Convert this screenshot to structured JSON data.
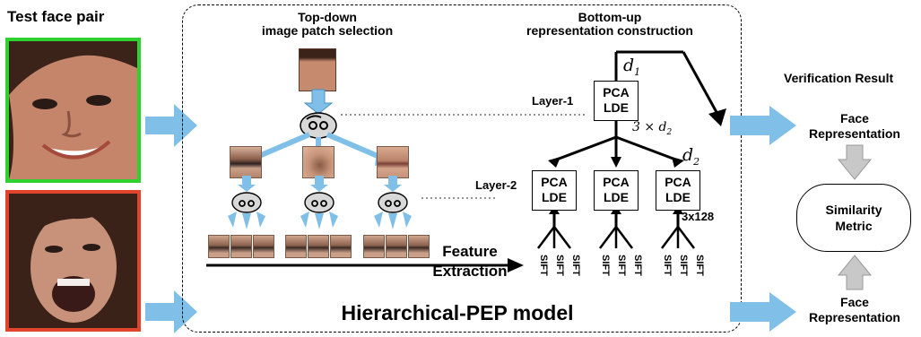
{
  "left_panel": {
    "title": "Test face pair"
  },
  "main": {
    "topdown_title": [
      "Top-down",
      "image patch selection"
    ],
    "bottomup_title": [
      "Bottom-up",
      "representation construction"
    ],
    "layer1": "Layer-1",
    "layer2": "Layer-2",
    "node_text": [
      "PCA",
      "LDE"
    ],
    "d1": "d",
    "d1_sub": "1",
    "three_times_d2": "3 × d",
    "three_times_d2_sub": "2",
    "d2": "d",
    "d2_sub": "2",
    "dim_label": "3x128",
    "feature_extraction": [
      "Feature",
      "Extraction"
    ],
    "sift": "SIFT",
    "model_title": "Hierarchical-PEP model"
  },
  "right_panel": {
    "verification_result": "Verification Result",
    "face_rep_top": [
      "Face",
      "Representation"
    ],
    "similarity": [
      "Similarity",
      "Metric"
    ],
    "face_rep_bottom": [
      "Face",
      "Representation"
    ]
  },
  "colors": {
    "arrow_blue": "#7fbfe8",
    "arrow_gray": "#c8c8c8",
    "green_border": "#2fd12f",
    "red_border": "#e0442c"
  }
}
